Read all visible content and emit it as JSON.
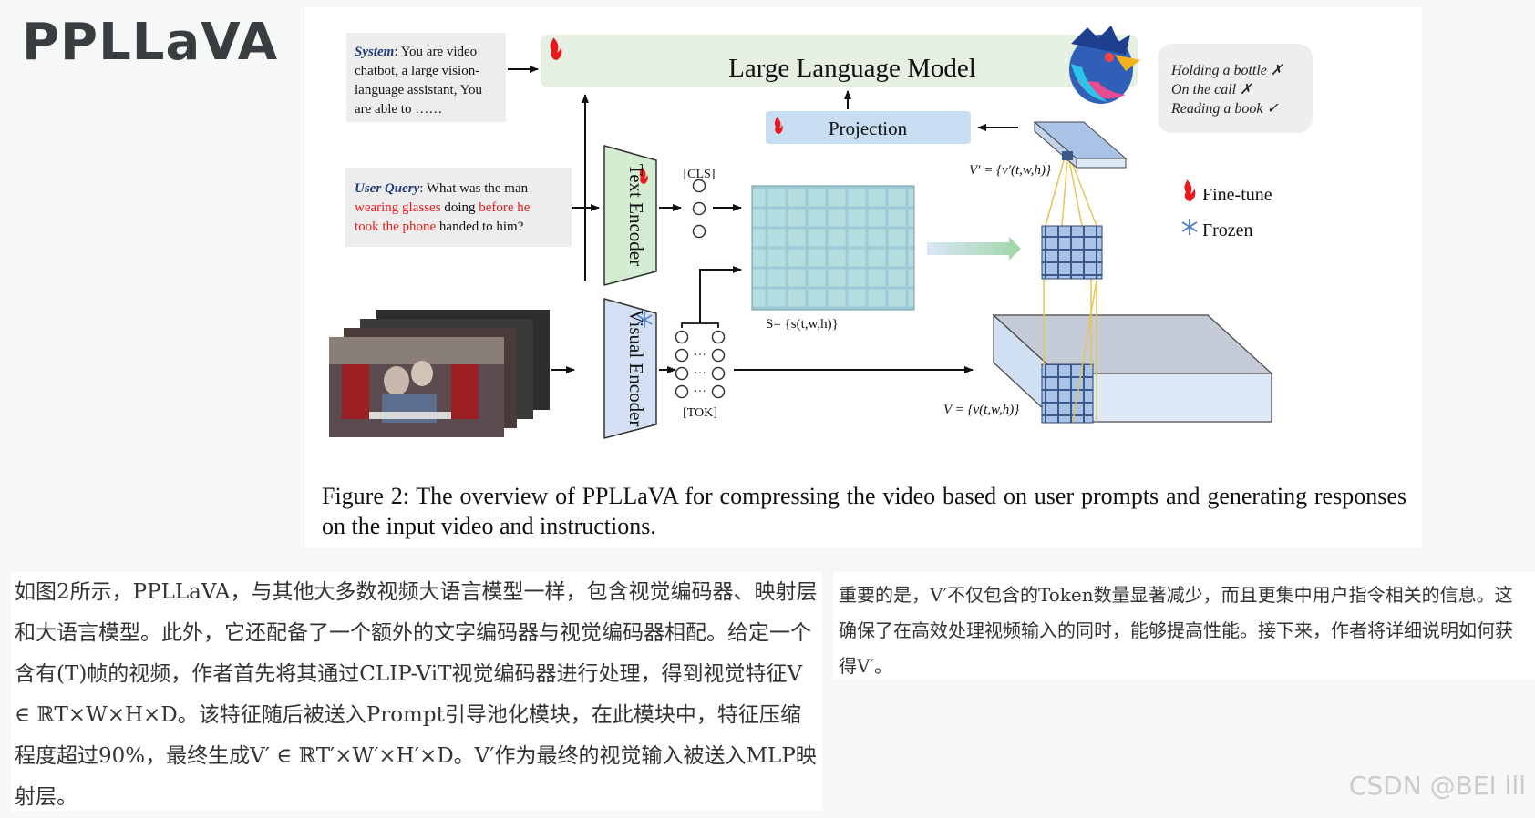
{
  "slide": {
    "title": "PPLLaVA"
  },
  "figure": {
    "system_label": "System",
    "system_text_1": ": You are video",
    "system_text_2": "chatbot, a large vision-",
    "system_text_3": "language assistant, You",
    "system_text_4": "are able to  ……",
    "query_label": "User Query",
    "query_text_1": ": What was the man",
    "query_text_2a": "wearing glasses",
    "query_text_2b": " doing ",
    "query_text_2c": "before he",
    "query_text_3a": "took the phone",
    "query_text_3b": " handed to him?",
    "llm_label": "Large  Language Model",
    "projection_label": "Projection",
    "text_encoder_label": "Text Encoder",
    "visual_encoder_label": "Visual Encoder",
    "cls_label": "[CLS]",
    "tok_label": "[TOK]",
    "s_label": "S= {s(t,w,h)}",
    "v_prime_label": "V′ = {v′(t,w,h)}",
    "v_label": "V = {v(t,w,h)}",
    "dots": "···",
    "answers": [
      "Holding a bottle ✗",
      "On the call ✗",
      "Reading a book ✓"
    ],
    "legend_finetune": "Fine-tune",
    "legend_frozen": "Frozen",
    "caption": "Figure 2: The overview of PPLLaVA for compressing the video based on user prompts and generating responses on the input video and instructions."
  },
  "text": {
    "left_paragraph": "如图2所示，PPLLaVA，与其他大多数视频大语言模型一样，包含视觉编码器、映射层和大语言模型。此外，它还配备了一个额外的文字编码器与视觉编码器相配。给定一个含有(T)帧的视频，作者首先将其通过CLIP-ViT视觉编码器进行处理，得到视觉特征V ∈ ℝT×W×H×D。该特征随后被送入Prompt引导池化模块，在此模块中，特征压缩程度超过90%，最终生成V′ ∈ ℝT′×W′×H′×D。V′作为最终的视觉输入被送入MLP映射层。",
    "right_paragraph": "重要的是，V′不仅包含的Token数量显著减少，而且更集中用户指令相关的信息。这确保了在高效处理视频输入的同时，能够提高性能。接下来，作者将详细说明如何获得V′。"
  },
  "watermark": "CSDN @BEI lll",
  "colors": {
    "llm_fill": "#e6f0e2",
    "projection_fill": "#c8dcf2",
    "text_encoder_fill": "#d4ecd2",
    "visual_encoder_fill": "#d4e0f4",
    "query_highlight": "#e0201c",
    "label_blue": "#1f3a7a",
    "cube_fill": "#a9c2e6"
  }
}
